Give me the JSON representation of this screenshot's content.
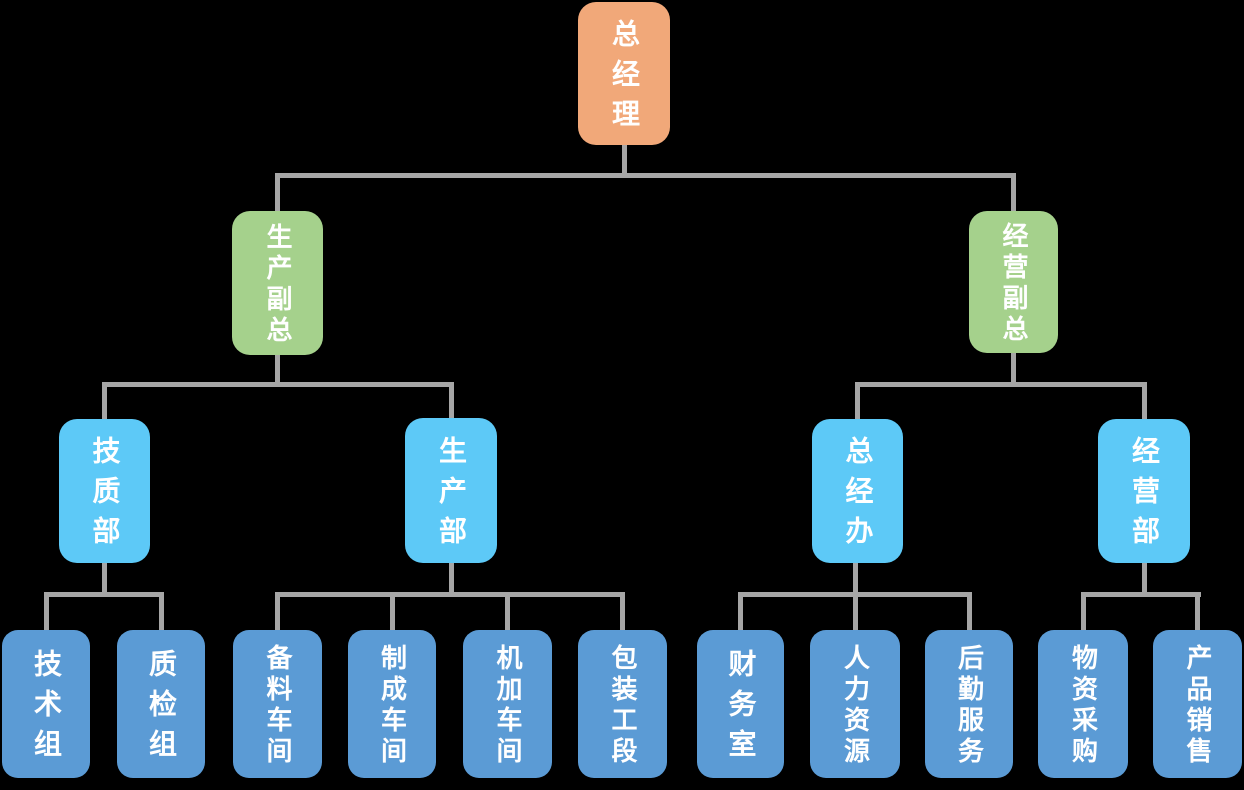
{
  "org_chart": {
    "type": "org-tree",
    "levels": 4,
    "colors": {
      "level1": "#f1a879",
      "level2": "#a5d18c",
      "level3": "#5dc9f7",
      "level4": "#5b9bd5",
      "connector": "#a6a6a6",
      "background": "#000000",
      "text": "#ffffff"
    },
    "nodes": [
      {
        "id": "general-manager",
        "label": "总经理",
        "level": 1,
        "parent": null
      },
      {
        "id": "production-vp",
        "label": "生产副总",
        "level": 2,
        "parent": "general-manager"
      },
      {
        "id": "business-vp",
        "label": "经营副总",
        "level": 2,
        "parent": "general-manager"
      },
      {
        "id": "tech-quality-dept",
        "label": "技质部",
        "level": 3,
        "parent": "production-vp"
      },
      {
        "id": "production-dept",
        "label": "生产部",
        "level": 3,
        "parent": "production-vp"
      },
      {
        "id": "gm-office",
        "label": "总经办",
        "level": 3,
        "parent": "business-vp"
      },
      {
        "id": "business-dept",
        "label": "经营部",
        "level": 3,
        "parent": "business-vp"
      },
      {
        "id": "technology-team",
        "label": "技术组",
        "level": 4,
        "parent": "tech-quality-dept"
      },
      {
        "id": "quality-inspection-team",
        "label": "质检组",
        "level": 4,
        "parent": "tech-quality-dept"
      },
      {
        "id": "material-prep-workshop",
        "label": "备料车间",
        "level": 4,
        "parent": "production-dept"
      },
      {
        "id": "forming-workshop",
        "label": "制成车间",
        "level": 4,
        "parent": "production-dept"
      },
      {
        "id": "machining-workshop",
        "label": "机加车间",
        "level": 4,
        "parent": "production-dept"
      },
      {
        "id": "packaging-section",
        "label": "包装工段",
        "level": 4,
        "parent": "production-dept"
      },
      {
        "id": "finance-office",
        "label": "财务室",
        "level": 4,
        "parent": "gm-office"
      },
      {
        "id": "human-resources",
        "label": "人力资源",
        "level": 4,
        "parent": "gm-office"
      },
      {
        "id": "logistics-service",
        "label": "后勤服务",
        "level": 4,
        "parent": "gm-office"
      },
      {
        "id": "material-procurement",
        "label": "物资采购",
        "level": 4,
        "parent": "business-dept"
      },
      {
        "id": "product-sales",
        "label": "产品销售",
        "level": 4,
        "parent": "business-dept"
      }
    ]
  }
}
